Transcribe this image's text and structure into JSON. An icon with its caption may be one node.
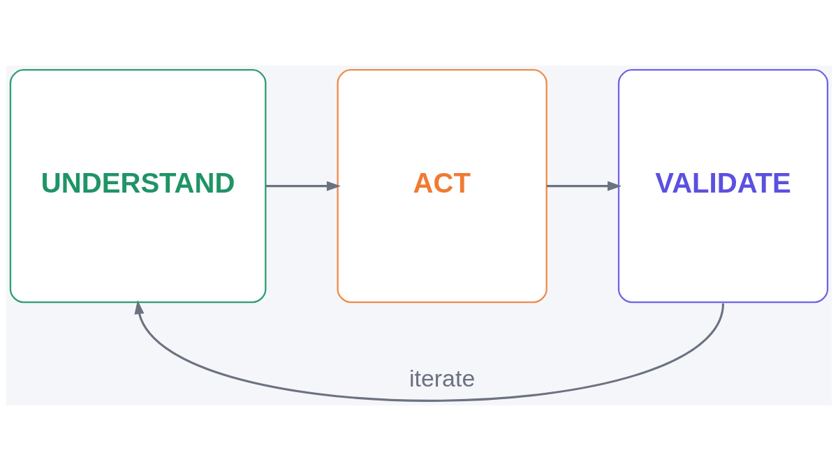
{
  "diagram": {
    "nodes": [
      {
        "text": [
          "UNDERSTAND"
        ]
      },
      {
        "text": [
          "ACT"
        ]
      },
      {
        "text": [
          "VALIDATE"
        ]
      }
    ],
    "edges": [
      {
        "from": 0,
        "to": 1,
        "arrow": "to"
      },
      {
        "from": 1,
        "to": 2,
        "arrow": "to"
      },
      {
        "from": 2,
        "to": 0,
        "arrow": "to",
        "label": "iterate"
      }
    ]
  }
}
